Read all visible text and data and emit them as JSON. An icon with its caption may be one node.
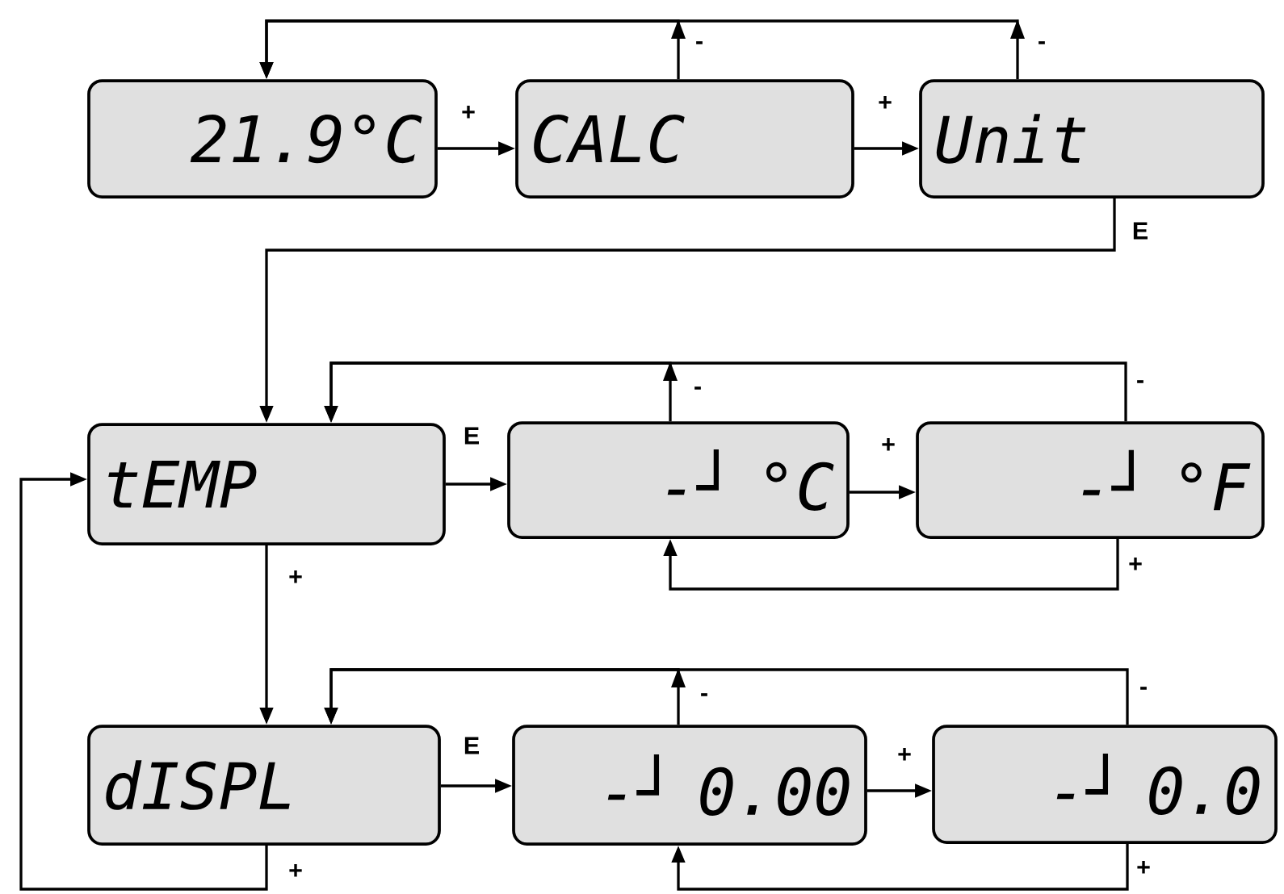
{
  "diagram": {
    "nodes": [
      {
        "text": [
          "21.9°C"
        ]
      },
      {
        "text": [
          "CALC"
        ]
      },
      {
        "text": [
          "Unit"
        ]
      },
      {
        "text": [
          "tEMP"
        ]
      },
      {
        "text": [
          "-┘ °C"
        ]
      },
      {
        "text": [
          "-┘ °F"
        ]
      },
      {
        "text": [
          "dISPL"
        ]
      },
      {
        "text": [
          "-┘ 0.00"
        ]
      },
      {
        "text": [
          "-┘ 0.0"
        ]
      }
    ],
    "edges": [
      {
        "from": 0,
        "to": 1,
        "arrow": "to",
        "label": "+"
      },
      {
        "from": 1,
        "to": 2,
        "arrow": "to",
        "label": "+"
      },
      {
        "from": 1,
        "to": 0,
        "arrow": "to",
        "label": "-"
      },
      {
        "from": 2,
        "to": 0,
        "arrow": "to",
        "label": "-"
      },
      {
        "from": 2,
        "to": 3,
        "arrow": "to",
        "label": "E"
      },
      {
        "from": 3,
        "to": 4,
        "arrow": "to",
        "label": "E"
      },
      {
        "from": 4,
        "to": 5,
        "arrow": "to",
        "label": "+"
      },
      {
        "from": 5,
        "to": 4,
        "arrow": "to",
        "label": "+"
      },
      {
        "from": 4,
        "to": 3,
        "arrow": "to",
        "label": "-"
      },
      {
        "from": 5,
        "to": 3,
        "arrow": "to",
        "label": "-"
      },
      {
        "from": 3,
        "to": 6,
        "arrow": "to",
        "label": "+"
      },
      {
        "from": 6,
        "to": 7,
        "arrow": "to",
        "label": "E"
      },
      {
        "from": 7,
        "to": 8,
        "arrow": "to",
        "label": "+"
      },
      {
        "from": 7,
        "to": 6,
        "arrow": "to",
        "label": "-"
      },
      {
        "from": 8,
        "to": 6,
        "arrow": "to",
        "label": "-"
      },
      {
        "from": 6,
        "to": 3,
        "arrow": "to",
        "label": "+"
      },
      {
        "from": 8,
        "to": 7,
        "arrow": "to",
        "label": "+"
      }
    ]
  }
}
